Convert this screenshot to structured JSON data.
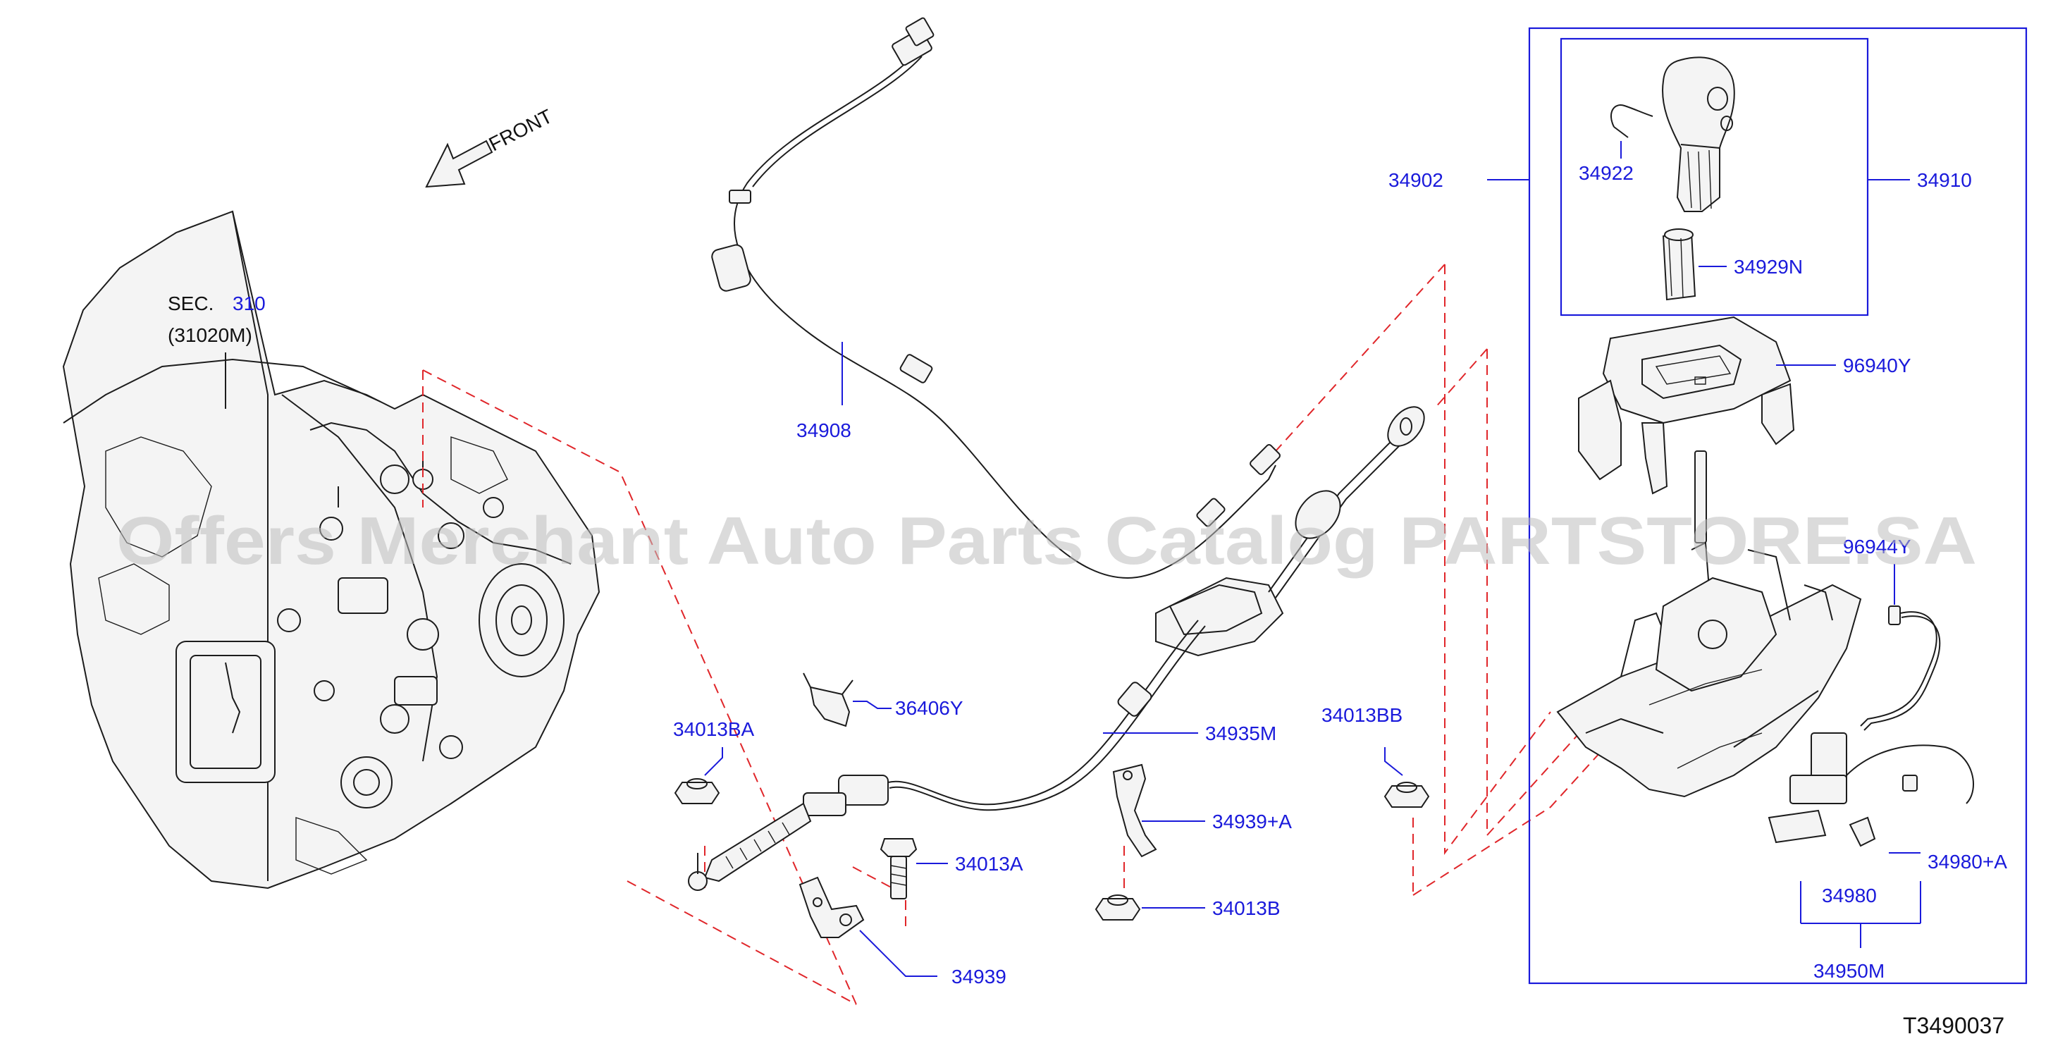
{
  "watermark": "Offers Merchant Auto Parts Catalog PARTSTORE.SA",
  "direction": {
    "label": "FRONT"
  },
  "section": {
    "prefix": "SEC.",
    "number": "310",
    "subtitle": "(31020M)"
  },
  "diagram_code": "T3490037",
  "parts": {
    "p34902": "34902",
    "p34910": "34910",
    "p34922": "34922",
    "p34929N": "34929N",
    "p96940Y": "96940Y",
    "p96944Y": "96944Y",
    "p34908": "34908",
    "p34935M": "34935M",
    "p36406Y": "36406Y",
    "p34013BA": "34013BA",
    "p34013BB": "34013BB",
    "p34013A": "34013A",
    "p34939A": "34939+A",
    "p34013B": "34013B",
    "p34939": "34939",
    "p34980A": "34980+A",
    "p34980": "34980",
    "p34950M": "34950M"
  },
  "colors": {
    "label_blue": "#1a1adb",
    "dash_red": "#e0262a",
    "line_black": "#1c1c1c",
    "watermark_gray": "#bdbdbd"
  }
}
